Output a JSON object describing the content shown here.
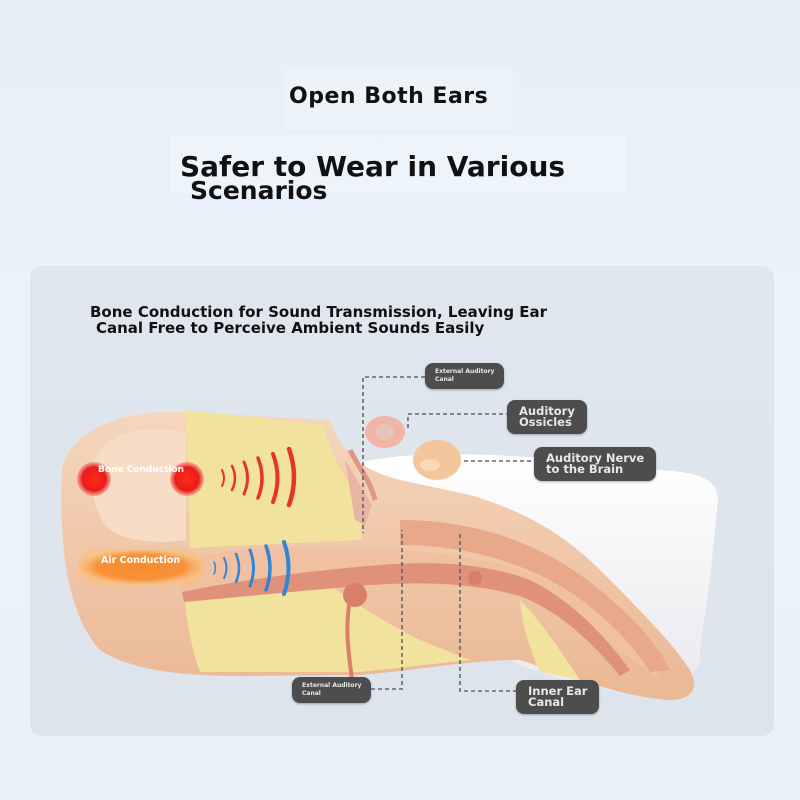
{
  "header": {
    "title": "Open Both Ears",
    "subtitle_line1": "Safer to Wear in Various",
    "subtitle_line2": "Scenarios"
  },
  "panel": {
    "description_line1": "Bone Conduction for Sound Transmission, Leaving Ear",
    "description_line2": "Canal Free to Perceive Ambient Sounds Easily"
  },
  "modes": {
    "bone": "Bone Conduction",
    "air": "Air Conduction"
  },
  "callouts": {
    "external_top": "External Auditory\nCanal",
    "ossicles": "Auditory\nOssicles",
    "nerve": "Auditory Nerve\nto the Brain",
    "external_bottom": "External Auditory\nCanal",
    "inner_ear": "Inner Ear\nCanal"
  },
  "colors": {
    "bone_dot": "#e8201c",
    "air_dot": "#f7923a",
    "wave_red": "#e8332a",
    "wave_blue": "#2f86d8",
    "callout_bg": "#4d4d4d",
    "skin": "#f2c9a8",
    "bone_fill": "#f0e29a"
  }
}
